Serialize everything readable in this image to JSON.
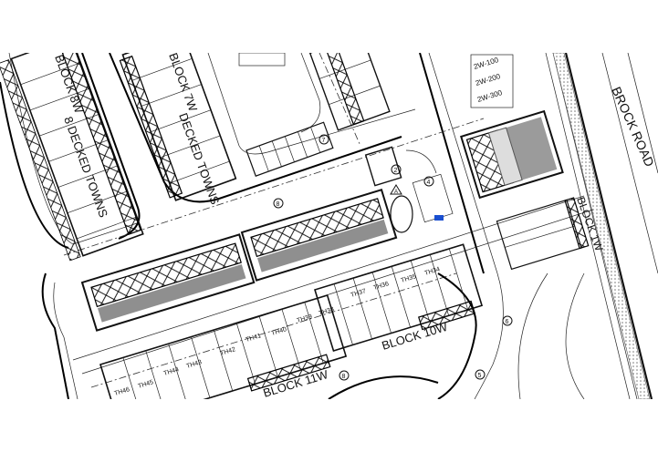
{
  "drawing": {
    "road_label": "BROCK ROAD",
    "blocks": [
      {
        "id": "block-8w",
        "name": "BLOCK 8W",
        "sub": "8 DECKED TOWNS"
      },
      {
        "id": "block-7w",
        "name": "BLOCK 7W",
        "sub": "DECKED TOWNS"
      },
      {
        "id": "block-1w",
        "name": "BLOCK 1W"
      },
      {
        "id": "block-10w",
        "name": "BLOCK 10W"
      },
      {
        "id": "block-11w",
        "name": "BLOCK 11W"
      }
    ],
    "unit_codes": [
      "2W-100",
      "2W-200",
      "2W-300"
    ],
    "townhouses": [
      "TH34",
      "TH35",
      "TH36",
      "TH37",
      "TH38",
      "TH39",
      "TH40",
      "TH41",
      "TH42",
      "TH43",
      "TH44",
      "TH45",
      "TH46"
    ],
    "markers": [
      "7",
      "8",
      "2",
      "4",
      "6",
      "5",
      "A"
    ],
    "accent_color": "#1a4fd0"
  }
}
